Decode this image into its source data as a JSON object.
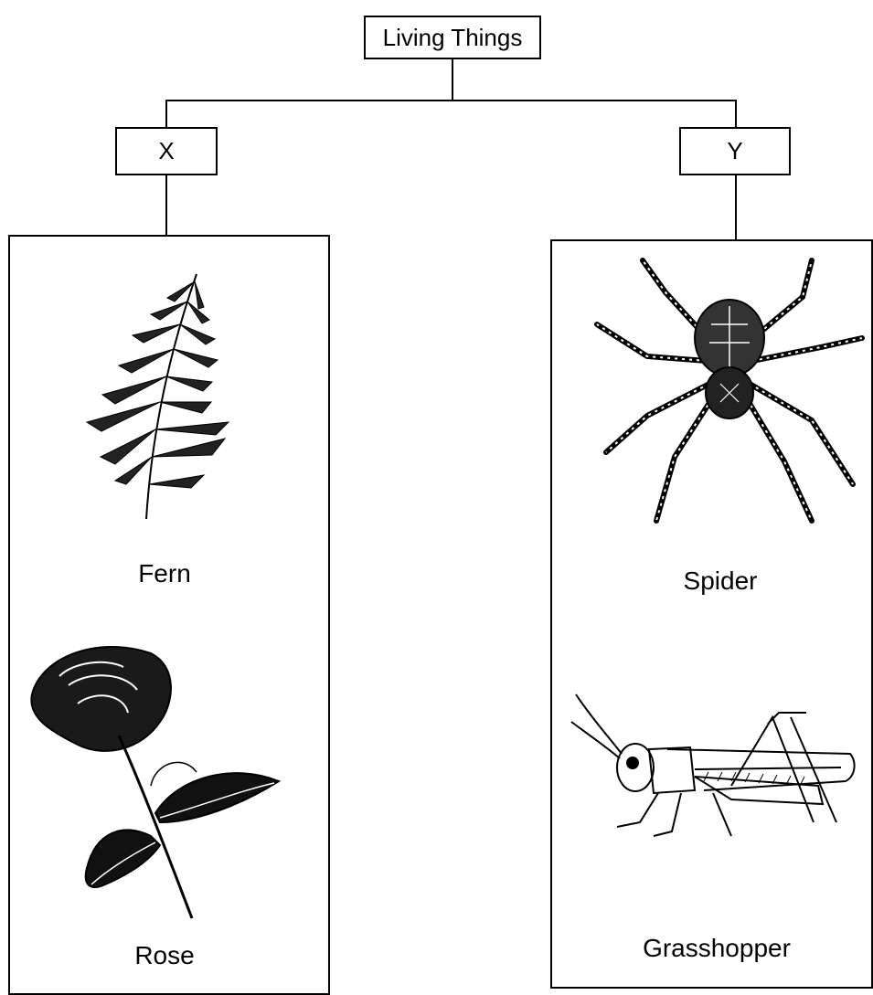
{
  "root": {
    "label": "Living Things"
  },
  "groups": [
    {
      "label": "X",
      "members": [
        {
          "name": "Fern",
          "icon": "fern-icon"
        },
        {
          "name": "Rose",
          "icon": "rose-icon"
        }
      ]
    },
    {
      "label": "Y",
      "members": [
        {
          "name": "Spider",
          "icon": "spider-icon"
        },
        {
          "name": "Grasshopper",
          "icon": "grasshopper-icon"
        }
      ]
    }
  ]
}
